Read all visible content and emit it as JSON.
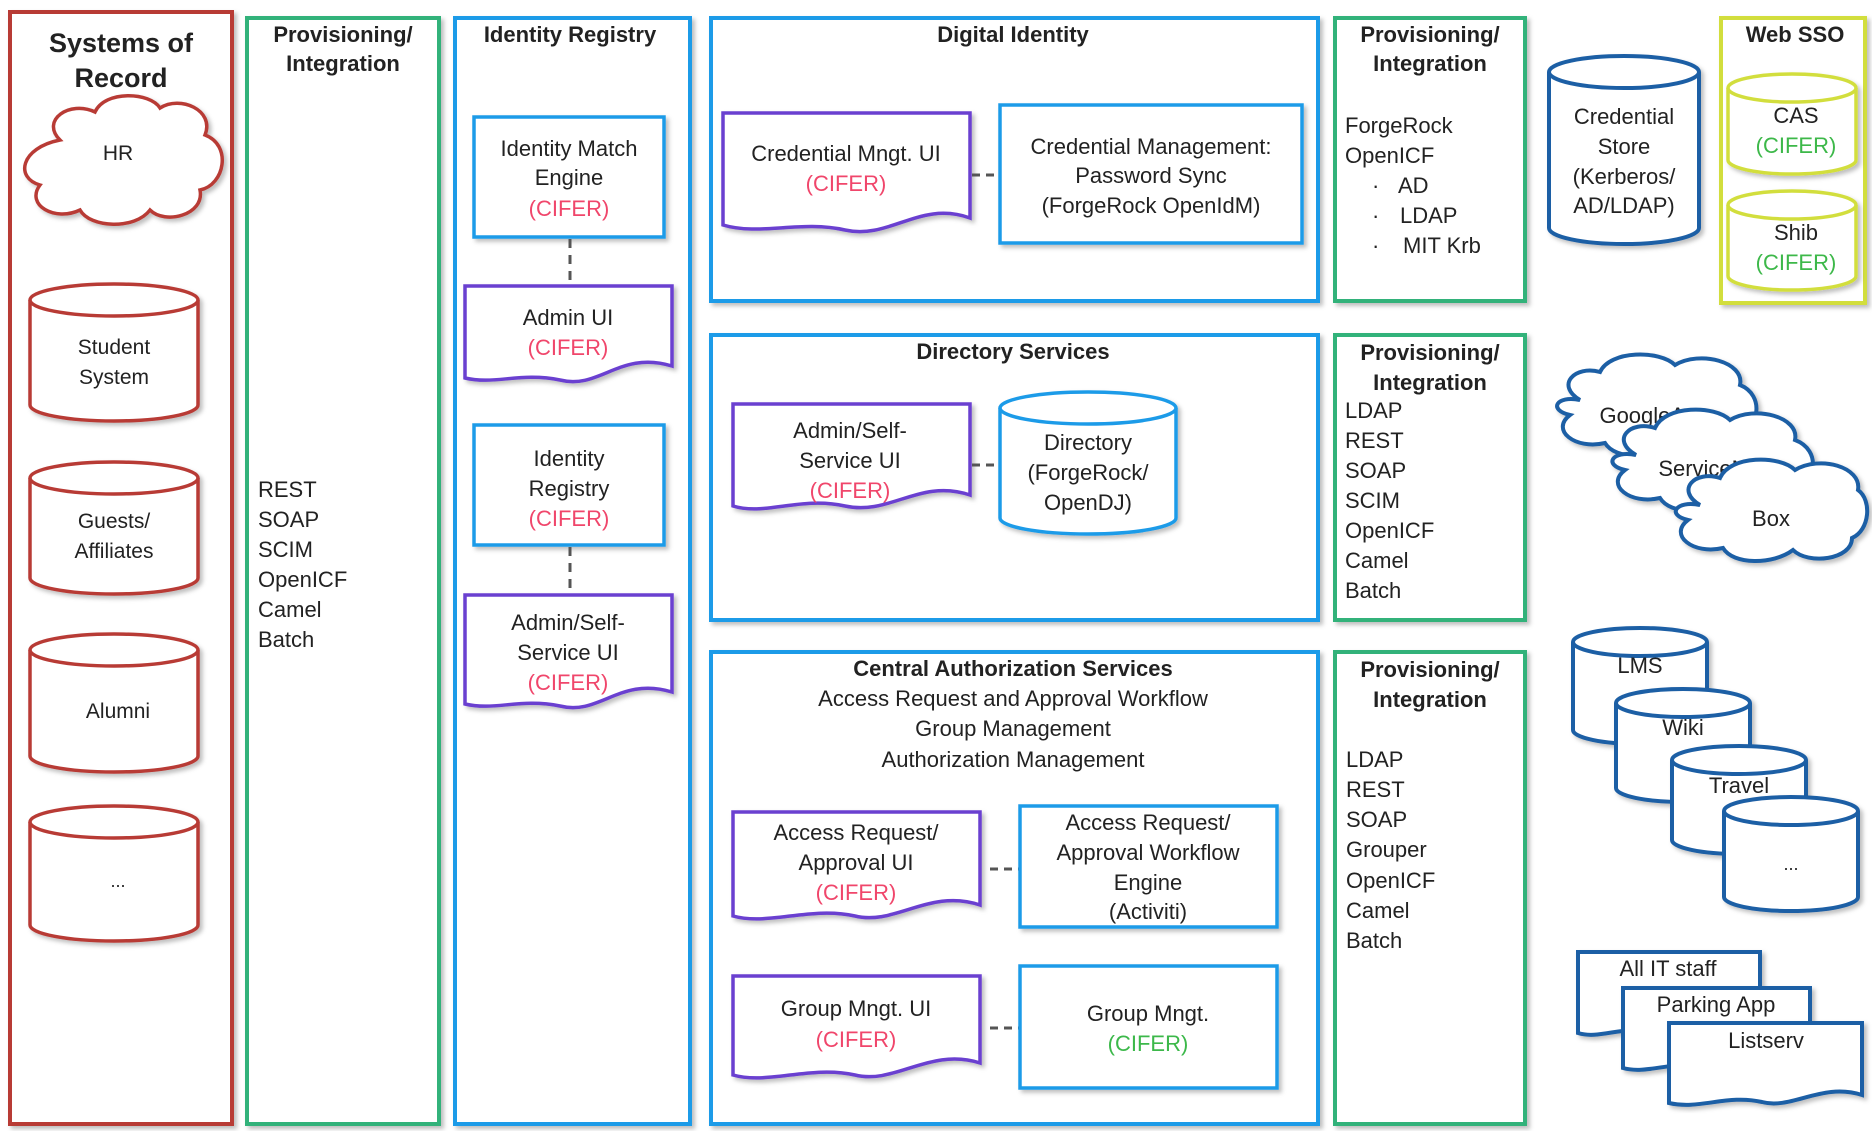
{
  "colors": {
    "red": "#b83a36",
    "green": "#33b27a",
    "blue": "#1e9be8",
    "purple": "#6a3fd0",
    "yellow": "#d2de3c",
    "darkblue": "#1f5fa5",
    "cifer_red": "#f0466b",
    "cifer_green": "#3cb84a",
    "text": "#222222"
  },
  "systems_of_record": {
    "title_lines": [
      "Systems of",
      "Record"
    ],
    "hr": "HR",
    "student": [
      "Student",
      "System"
    ],
    "guests": [
      "Guests/",
      "Affiliates"
    ],
    "alumni": "Alumni",
    "more": "..."
  },
  "prov_main": {
    "title_lines": [
      "Provisioning/",
      "Integration"
    ],
    "items": [
      "REST",
      "SOAP",
      "SCIM",
      "OpenICF",
      "Camel",
      "Batch"
    ]
  },
  "identity_registry": {
    "title": "Identity Registry",
    "match_engine": [
      "Identity Match",
      "Engine"
    ],
    "admin_ui": "Admin UI",
    "registry": [
      "Identity",
      "Registry"
    ],
    "admin_self": [
      "Admin/Self-",
      "Service UI"
    ],
    "cifer": "(CIFER)"
  },
  "digital_identity": {
    "title": "Digital Identity",
    "cred_ui": "Credential Mngt. UI",
    "cred_mgmt": [
      "Credential Management:",
      "Password Sync",
      "(ForgeRock OpenIdM)"
    ],
    "cifer": "(CIFER)"
  },
  "prov_di": {
    "title_lines": [
      "Provisioning/",
      "Integration"
    ],
    "items": [
      "ForgeRock",
      "OpenICF"
    ],
    "bullets": [
      "AD",
      "LDAP",
      "MIT Krb"
    ]
  },
  "directory_services": {
    "title": "Directory Services",
    "admin_self": [
      "Admin/Self-",
      "Service UI"
    ],
    "directory": [
      "Directory",
      "(ForgeRock/",
      "OpenDJ)"
    ],
    "cifer": "(CIFER)"
  },
  "prov_ds": {
    "title_lines": [
      "Provisioning/",
      "Integration"
    ],
    "items": [
      "LDAP",
      "REST",
      "SOAP",
      "SCIM",
      "OpenICF",
      "Camel",
      "Batch"
    ]
  },
  "cas_services": {
    "title": "Central Authorization Services",
    "sub": [
      "Access Request and Approval Workflow",
      "Group Management",
      "Authorization Management"
    ],
    "access_ui": [
      "Access Request/",
      "Approval UI"
    ],
    "workflow": [
      "Access Request/",
      "Approval Workflow",
      "Engine",
      "(Activiti)"
    ],
    "group_ui": "Group Mngt. UI",
    "group_mngt": "Group Mngt.",
    "cifer": "(CIFER)"
  },
  "prov_cas": {
    "title_lines": [
      "Provisioning/",
      "Integration"
    ],
    "items": [
      "LDAP",
      "REST",
      "SOAP",
      "Grouper",
      "OpenICF",
      "Camel",
      "Batch"
    ]
  },
  "credential_store": [
    "Credential",
    "Store",
    "(Kerberos/",
    "AD/LDAP)"
  ],
  "web_sso": {
    "title": "Web SSO",
    "cas": "CAS",
    "shib": "Shib",
    "cifer": "(CIFER)"
  },
  "clouds": [
    "GoogleApps",
    "ServiceNow",
    "Box"
  ],
  "dbs": [
    "LMS",
    "Wiki",
    "Travel",
    "..."
  ],
  "docs": [
    "All IT staff",
    "Parking App",
    "Listserv"
  ]
}
